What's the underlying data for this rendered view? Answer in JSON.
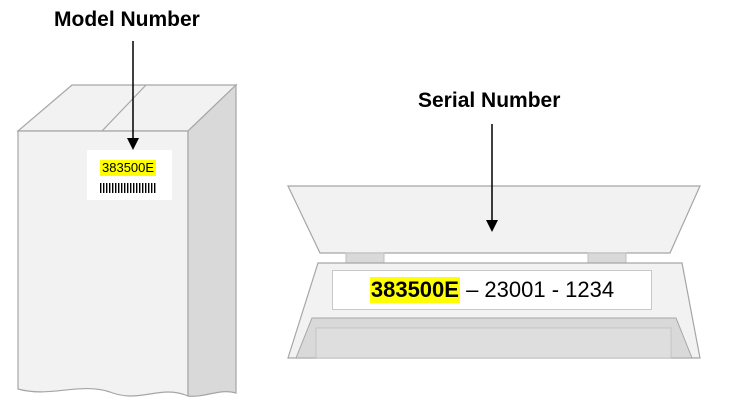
{
  "labels": {
    "model_title": "Model Number",
    "serial_title": "Serial Number"
  },
  "model_sticker": {
    "code": "383500E"
  },
  "serial_label": {
    "model": "383500E",
    "separator1": " – ",
    "part2": "23001",
    "separator2": " - ",
    "part3": "1234"
  },
  "colors": {
    "highlight": "#ffff00",
    "device_face": "#f2f2f2",
    "device_side": "#d9d9d9",
    "outline": "#a6a6a6",
    "arrow": "#000000"
  }
}
